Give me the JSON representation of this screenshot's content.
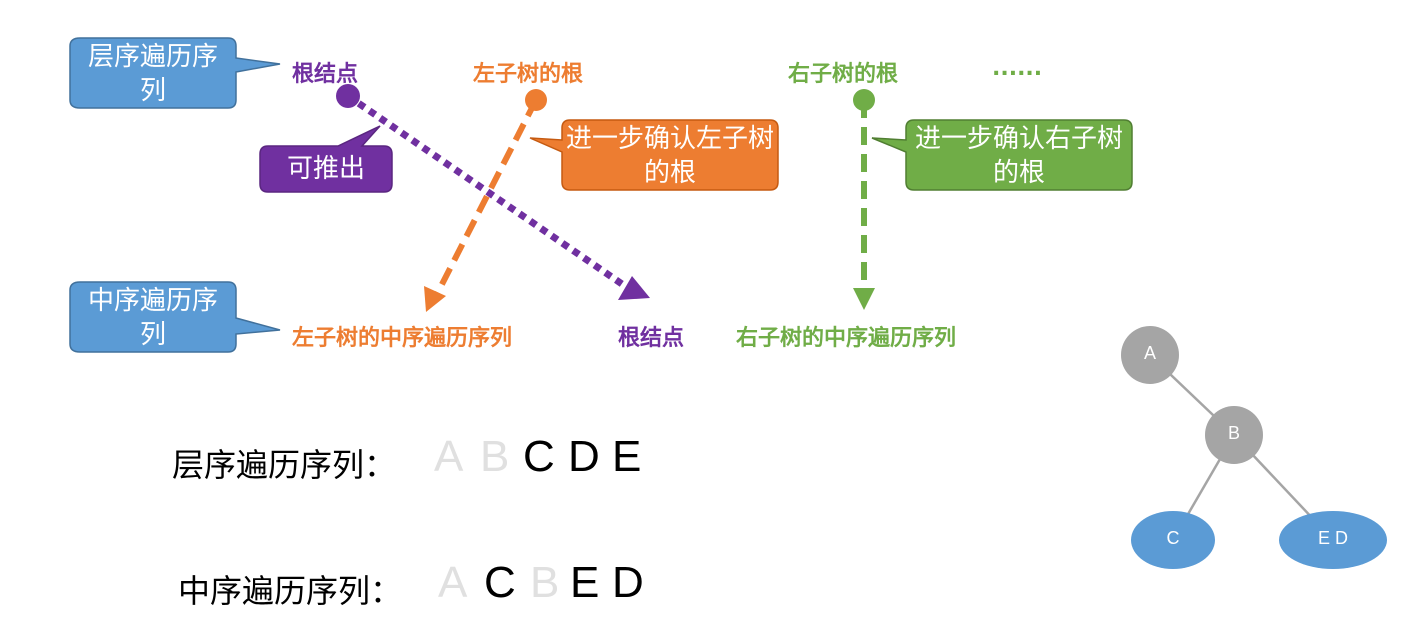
{
  "colors": {
    "purple": "#7030a0",
    "orange": "#ed7d31",
    "green": "#70ad47",
    "blue": "#5b9bd5",
    "gray": "#a5a5a5",
    "faded": "#e0e0e0"
  },
  "callouts": {
    "level_order": "层序遍历序列",
    "in_order": "中序遍历序列",
    "derive": "可推出",
    "confirm_left": "进一步确认左子树的根",
    "confirm_right": "进一步确认右子树的根"
  },
  "top_labels": {
    "root": "根结点",
    "left_root": "左子树的根",
    "right_root": "右子树的根",
    "ellipsis": "......"
  },
  "bottom_labels": {
    "left_inorder": "左子树的中序遍历序列",
    "root": "根结点",
    "right_inorder": "右子树的中序遍历序列"
  },
  "sequences": {
    "level": {
      "label": "层序遍历序列：",
      "letters": [
        {
          "text": "A",
          "faded": true
        },
        {
          "text": "B",
          "faded": true
        },
        {
          "text": "C",
          "faded": false
        },
        {
          "text": "D",
          "faded": false
        },
        {
          "text": "E",
          "faded": false
        }
      ]
    },
    "inorder": {
      "label": "中序遍历序列：",
      "letters": [
        {
          "text": "A",
          "faded": true
        },
        {
          "text": "C",
          "faded": false
        },
        {
          "text": "B",
          "faded": true
        },
        {
          "text": "E",
          "faded": false
        },
        {
          "text": "D",
          "faded": false
        }
      ]
    }
  },
  "tree": {
    "nodes": [
      {
        "id": "a",
        "label": "A"
      },
      {
        "id": "b",
        "label": "B"
      },
      {
        "id": "c",
        "label": "C"
      },
      {
        "id": "ed",
        "label": "E D"
      }
    ]
  }
}
